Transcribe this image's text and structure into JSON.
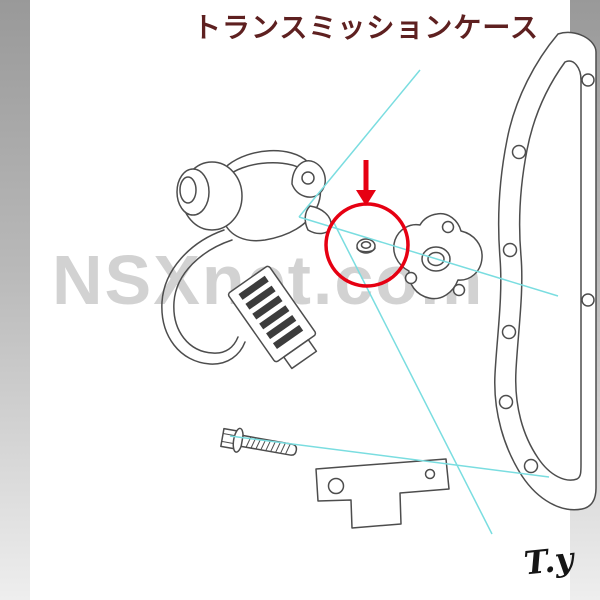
{
  "header": {
    "title": "トランスミッションケース"
  },
  "watermark": {
    "text": "NSXnet.com"
  },
  "signature": {
    "text": "T.y"
  },
  "colors": {
    "highlight": "#e60012",
    "leader": "#7adde0",
    "line": "#4d4d4d",
    "watermark": "#cbcbcb",
    "title": "#5e2020",
    "frame-top": "#999999",
    "frame-bottom": "#eeeeee"
  },
  "diagram": {
    "parts": [
      "solenoid-assembly",
      "sealing-washer",
      "sensor-flange",
      "transmission-gasket",
      "flange-bolt",
      "mounting-bracket"
    ],
    "highlighted_part": "sealing-washer"
  }
}
